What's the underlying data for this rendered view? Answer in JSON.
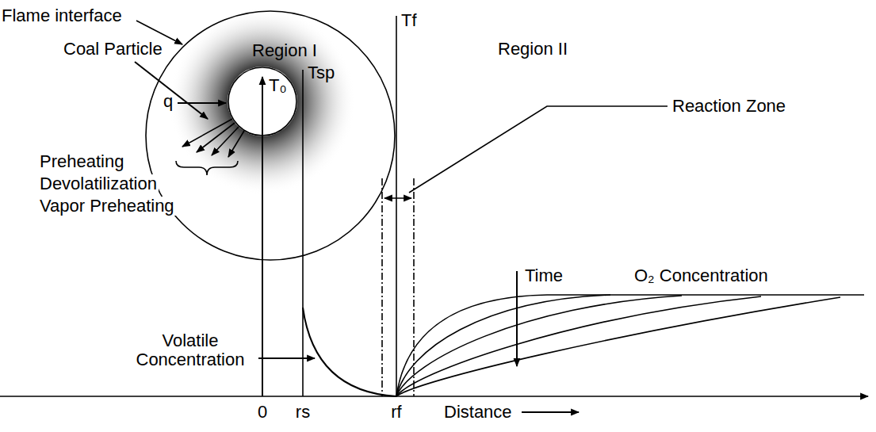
{
  "diagram": {
    "nodes": [
      {
        "text": [
          "Region I"
        ]
      },
      {
        "text": [
          "T₀"
        ],
        "in": 0
      }
    ],
    "labels": [
      "Flame interface",
      "Coal Particle",
      "q",
      "Tsp",
      "Tf",
      "Region II",
      "Preheating",
      "Devolatilization",
      "Vapor Preheating",
      "Volatile Concentration",
      "Reaction Zone",
      "Time",
      "O₂ Concentration",
      "0",
      "rs",
      "rf",
      "Distance"
    ]
  }
}
